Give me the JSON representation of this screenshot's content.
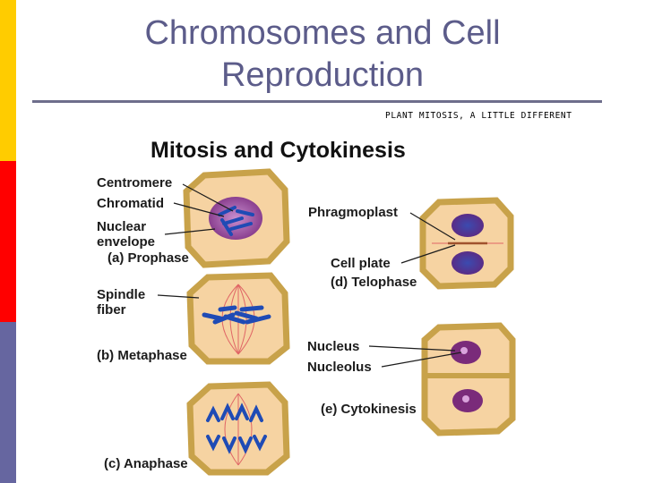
{
  "slide": {
    "title_line1": "Chromosomes and Cell",
    "title_line2": "Reproduction",
    "caption": "PLANT MITOSIS, A LITTLE DIFFERENT"
  },
  "diagram": {
    "title": "Mitosis and Cytokinesis",
    "labels": {
      "centromere": "Centromere",
      "chromatid": "Chromatid",
      "nuclear_envelope_1": "Nuclear",
      "nuclear_envelope_2": "envelope",
      "prophase": "(a) Prophase",
      "spindle_1": "Spindle",
      "spindle_2": "fiber",
      "metaphase": "(b) Metaphase",
      "anaphase": "(c) Anaphase",
      "phragmoplast": "Phragmoplast",
      "cell_plate": "Cell plate",
      "telophase": "(d) Telophase",
      "nucleus": "Nucleus",
      "nucleolus": "Nucleolus",
      "cytokinesis": "(e) Cytokinesis"
    },
    "colors": {
      "cell_wall": "#c8a24a",
      "cytoplasm": "#f6d3a2",
      "nucleus": "#7a2b7a",
      "nuclear_glow": "#b06fb8",
      "chromosome": "#1f4bb5",
      "spindle": "#e06666"
    }
  }
}
